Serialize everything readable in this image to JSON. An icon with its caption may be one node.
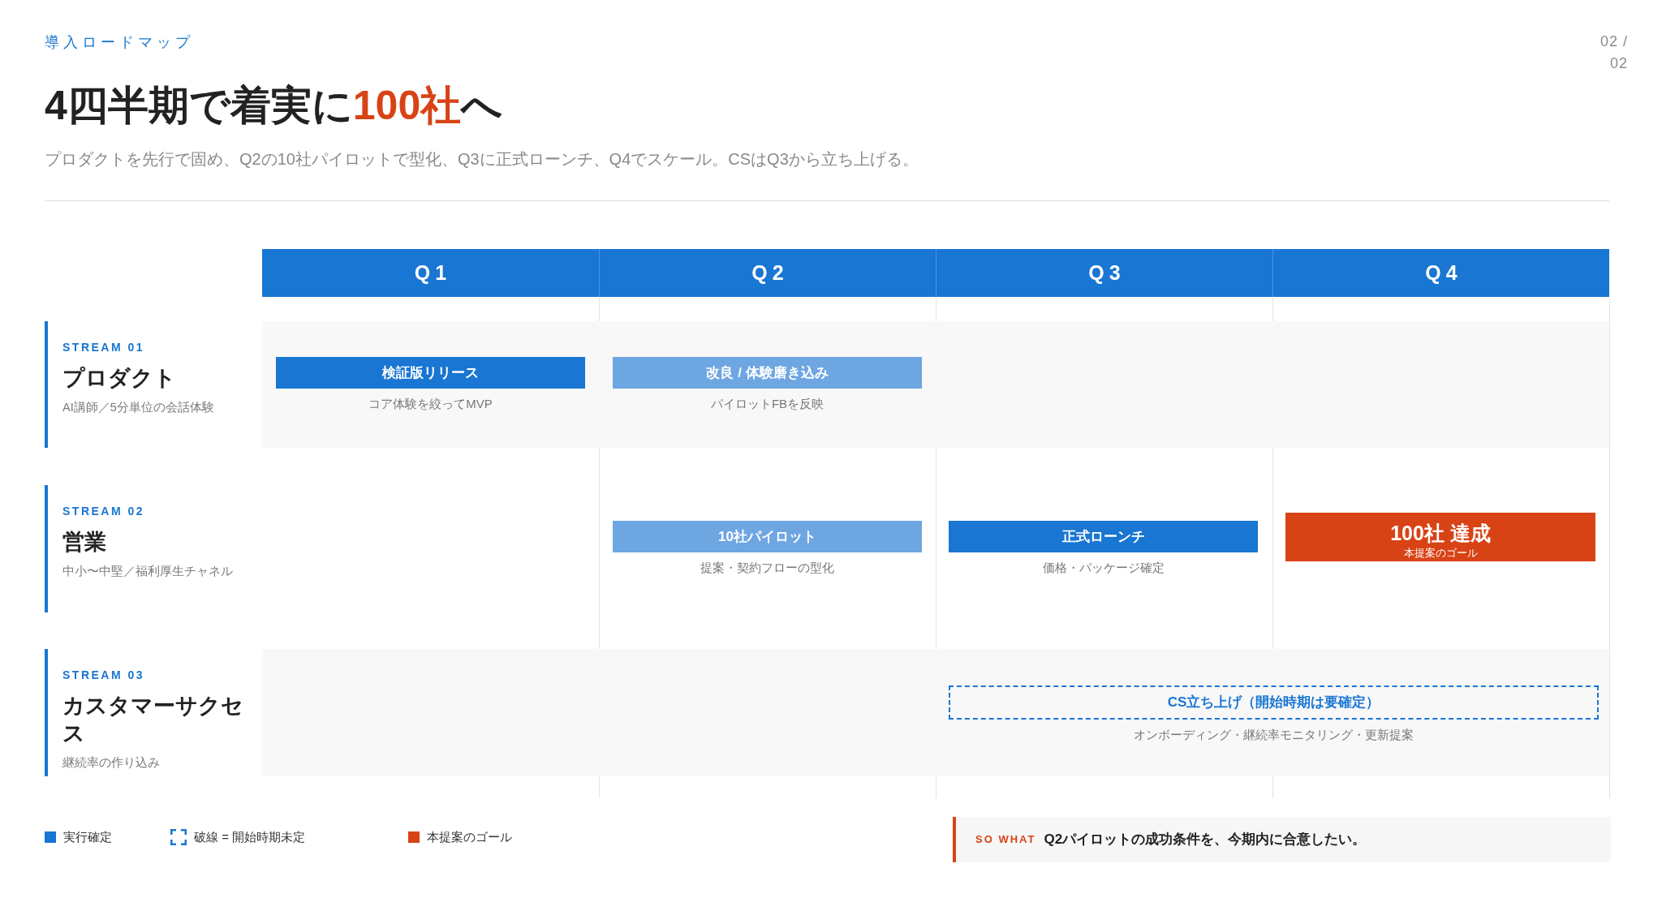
{
  "diagram": {
    "title": "4四半期で着実に**100社**へ",
    "nodes": [
      {
        "text": [
          "Q1"
        ]
      },
      {
        "text": [
          "Q2"
        ]
      },
      {
        "text": [
          "Q3"
        ]
      },
      {
        "text": [
          "Q4"
        ]
      },
      {
        "text": [
          "STREAM 01",
          "プロダクト",
          "AI講師／5分単位の会話体験"
        ]
      },
      {
        "text": [
          "検証版リリース"
        ],
        "beside": [
          "コア体験を絞ってMVP"
        ]
      },
      {
        "text": [
          "改良 / 体験磨き込み"
        ],
        "beside": [
          "パイロットFBを反映"
        ]
      },
      {
        "text": [
          "STREAM 02",
          "営業",
          "中小〜中堅／福利厚生チャネル"
        ]
      },
      {
        "text": [
          "10社パイロット"
        ],
        "beside": [
          "提案・契約フローの型化"
        ]
      },
      {
        "text": [
          "正式ローンチ"
        ],
        "beside": [
          "価格・パッケージ確定"
        ]
      },
      {
        "text": [
          "100社 達成",
          "本提案のゴール"
        ]
      },
      {
        "text": [
          "STREAM 03",
          "カスタマーサクセス",
          "継続率の作り込み"
        ]
      },
      {
        "text": [
          "CS立ち上げ（開始時期は要確定）"
        ],
        "beside": [
          "オンボーディング・継続率モニタリング・更新提案"
        ]
      },
      {
        "text": [
          "SO WHAT",
          "Q2パイロットの成功条件を、今期内に合意したい。"
        ]
      }
    ],
    "labels": [
      "導入ロードマップ",
      "02 / 02",
      "プロダクトを先行で固め、Q2の10社パイロットで型化、Q3に正式ローンチ、Q4でスケール。CSはQ3から立ち上げる。"
    ],
    "legend": [
      {
        "text": "実行確定",
        "color": "#1976d2"
      },
      {
        "text": "破線 = 開始時期未定"
      },
      {
        "text": "本提案のゴール",
        "color": "#d84315"
      }
    ]
  }
}
